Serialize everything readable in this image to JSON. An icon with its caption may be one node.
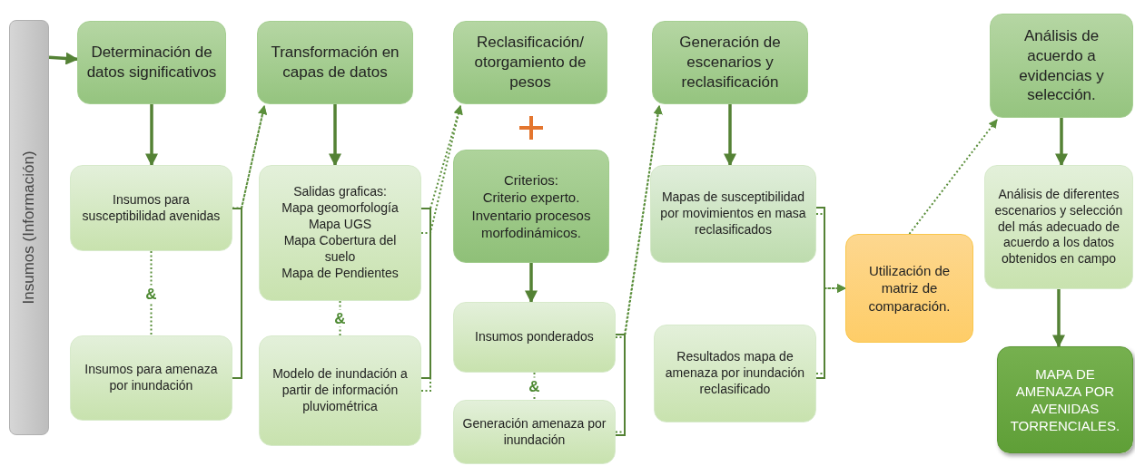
{
  "diagram": {
    "nodes": [
      {
        "text": [
          "Insumos (Información)"
        ]
      },
      {
        "text": [
          "Determinación de datos significativos"
        ]
      },
      {
        "text": [
          "Transformación en capas de datos"
        ]
      },
      {
        "text": [
          "Reclasificación/ otorgamiento de pesos"
        ]
      },
      {
        "text": [
          "Generación de escenarios y reclasificación"
        ]
      },
      {
        "text": [
          "Análisis de acuerdo a evidencias y selección."
        ]
      },
      {
        "text": [
          "Insumos para susceptibilidad avenidas"
        ]
      },
      {
        "text": [
          "Insumos para amenaza por inundación"
        ]
      },
      {
        "text": [
          "Salidas graficas:",
          "Mapa geomorfología",
          "Mapa UGS",
          "Mapa Cobertura del suelo",
          "Mapa de Pendientes"
        ]
      },
      {
        "text": [
          "Modelo de inundación a partir de información pluviométrica"
        ]
      },
      {
        "text": [
          "Criterios:",
          "Criterio experto.",
          "Inventario procesos morfodinámicos."
        ]
      },
      {
        "text": [
          "Insumos ponderados"
        ]
      },
      {
        "text": [
          "Generación amenaza por inundación"
        ]
      },
      {
        "text": [
          "Mapas de susceptibilidad por movimientos en masa reclasificados"
        ]
      },
      {
        "text": [
          "Resultados mapa de amenaza por inundación reclasificado"
        ]
      },
      {
        "text": [
          "Utilización de matriz de comparación."
        ]
      },
      {
        "text": [
          "Análisis de diferentes escenarios y selección del más adecuado de acuerdo a los datos obtenidos en campo"
        ]
      },
      {
        "text": [
          "MAPA DE AMENAZA POR AVENIDAS TORRENCIALES."
        ]
      }
    ],
    "edges": [
      {
        "from": 0,
        "to": 1,
        "arrow": "to"
      },
      {
        "from": 1,
        "to": 6,
        "arrow": "to"
      },
      {
        "from": 6,
        "to": 7,
        "arrow": "none",
        "style": "dashed",
        "label": "&"
      },
      {
        "from": 6,
        "to": 2,
        "arrow": "to",
        "style": "dashed"
      },
      {
        "from": 7,
        "to": 2,
        "arrow": "to",
        "style": "dashed"
      },
      {
        "from": 2,
        "to": 8,
        "arrow": "to"
      },
      {
        "from": 8,
        "to": 9,
        "arrow": "none",
        "style": "dashed",
        "label": "&"
      },
      {
        "from": 8,
        "to": 3,
        "arrow": "to",
        "style": "dashed"
      },
      {
        "from": 9,
        "to": 3,
        "arrow": "to",
        "style": "dashed"
      },
      {
        "from": 10,
        "to": 11,
        "arrow": "to"
      },
      {
        "from": 11,
        "to": 12,
        "arrow": "none",
        "style": "dashed",
        "label": "&"
      },
      {
        "from": 11,
        "to": 4,
        "arrow": "to",
        "style": "dashed"
      },
      {
        "from": 12,
        "to": 4,
        "arrow": "to",
        "style": "dashed"
      },
      {
        "from": 4,
        "to": 13,
        "arrow": "to"
      },
      {
        "from": 13,
        "to": 15,
        "arrow": "to",
        "style": "dashed"
      },
      {
        "from": 14,
        "to": 15,
        "arrow": "to",
        "style": "dashed"
      },
      {
        "from": 15,
        "to": 5,
        "arrow": "to",
        "style": "dashed"
      },
      {
        "from": 5,
        "to": 16,
        "arrow": "to"
      },
      {
        "from": 16,
        "to": 17,
        "arrow": "to"
      }
    ]
  }
}
